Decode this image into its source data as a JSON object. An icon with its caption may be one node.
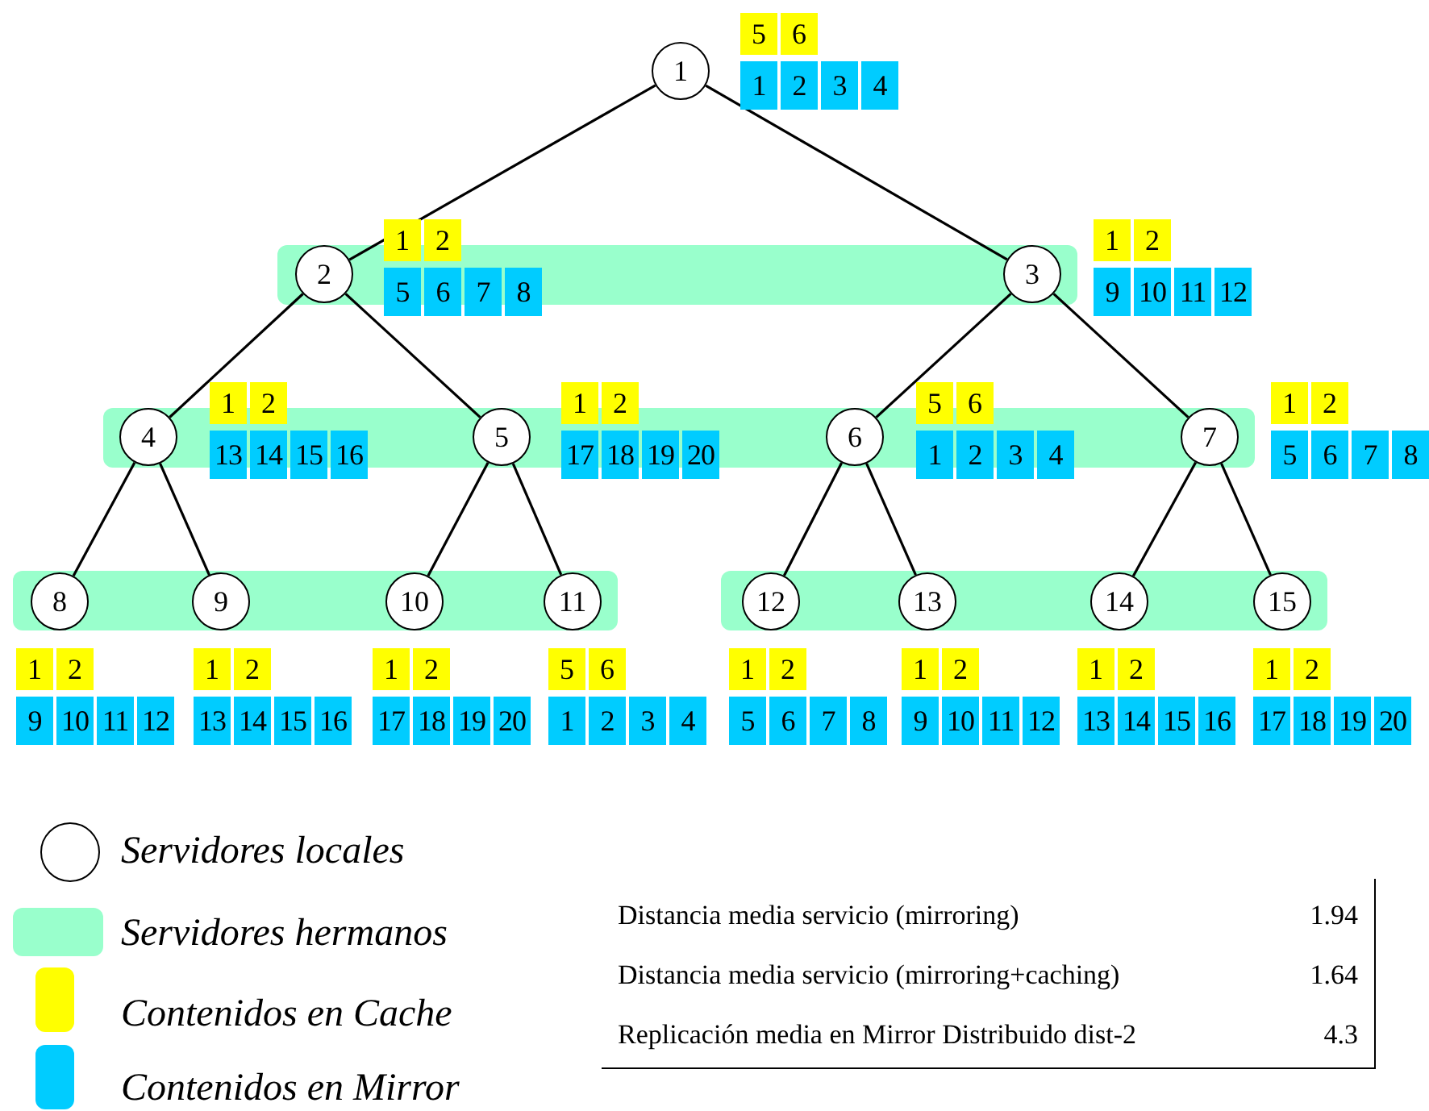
{
  "diagram": {
    "nodes": [
      {
        "text": [
          "1"
        ],
        "beside": [
          "5",
          "6",
          "1",
          "2",
          "3",
          "4"
        ]
      },
      {
        "text": [
          "2"
        ],
        "beside": [
          "1",
          "2",
          "5",
          "6",
          "7",
          "8"
        ]
      },
      {
        "text": [
          "3"
        ],
        "beside": [
          "1",
          "2",
          "9",
          "10",
          "11",
          "12"
        ]
      },
      {
        "text": [
          "4"
        ],
        "beside": [
          "1",
          "2",
          "13",
          "14",
          "15",
          "16"
        ]
      },
      {
        "text": [
          "5"
        ],
        "beside": [
          "1",
          "2",
          "17",
          "18",
          "19",
          "20"
        ]
      },
      {
        "text": [
          "6"
        ],
        "beside": [
          "5",
          "6",
          "1",
          "2",
          "3",
          "4"
        ]
      },
      {
        "text": [
          "7"
        ],
        "beside": [
          "1",
          "2",
          "5",
          "6",
          "7",
          "8"
        ]
      },
      {
        "text": [
          "8"
        ],
        "beside": [
          "1",
          "2",
          "9",
          "10",
          "11",
          "12"
        ]
      },
      {
        "text": [
          "9"
        ],
        "beside": [
          "1",
          "2",
          "13",
          "14",
          "15",
          "16"
        ]
      },
      {
        "text": [
          "10"
        ],
        "beside": [
          "1",
          "2",
          "17",
          "18",
          "19",
          "20"
        ]
      },
      {
        "text": [
          "11"
        ],
        "beside": [
          "5",
          "6",
          "1",
          "2",
          "3",
          "4"
        ]
      },
      {
        "text": [
          "12"
        ],
        "beside": [
          "1",
          "2",
          "5",
          "6",
          "7",
          "8"
        ]
      },
      {
        "text": [
          "13"
        ],
        "beside": [
          "1",
          "2",
          "9",
          "10",
          "11",
          "12"
        ]
      },
      {
        "text": [
          "14"
        ],
        "beside": [
          "1",
          "2",
          "13",
          "14",
          "15",
          "16"
        ]
      },
      {
        "text": [
          "15"
        ],
        "beside": [
          "1",
          "2",
          "17",
          "18",
          "19",
          "20"
        ]
      }
    ],
    "edges": [
      {
        "from": 0,
        "to": 1,
        "arrow": "none"
      },
      {
        "from": 0,
        "to": 2,
        "arrow": "none"
      },
      {
        "from": 1,
        "to": 3,
        "arrow": "none"
      },
      {
        "from": 1,
        "to": 4,
        "arrow": "none"
      },
      {
        "from": 2,
        "to": 5,
        "arrow": "none"
      },
      {
        "from": 2,
        "to": 6,
        "arrow": "none"
      },
      {
        "from": 3,
        "to": 7,
        "arrow": "none"
      },
      {
        "from": 3,
        "to": 8,
        "arrow": "none"
      },
      {
        "from": 4,
        "to": 9,
        "arrow": "none"
      },
      {
        "from": 4,
        "to": 10,
        "arrow": "none"
      },
      {
        "from": 5,
        "to": 11,
        "arrow": "none"
      },
      {
        "from": 5,
        "to": 12,
        "arrow": "none"
      },
      {
        "from": 6,
        "to": 13,
        "arrow": "none"
      },
      {
        "from": 6,
        "to": 14,
        "arrow": "none"
      }
    ],
    "labels": [
      "Distancia media servicio (mirroring)",
      "1.94",
      "Distancia media servicio (mirroring+caching)",
      "1.64",
      "Replicación media en Mirror Distribuido dist-2",
      "4.3"
    ],
    "legend": [
      {
        "text": "Servidores locales"
      },
      {
        "text": "Servidores hermanos",
        "color": "#99ffcc"
      },
      {
        "text": "Contenidos en Cache",
        "color": "#ffff00"
      },
      {
        "text": "Contenidos en Mirror",
        "color": "#00ccff"
      }
    ]
  }
}
